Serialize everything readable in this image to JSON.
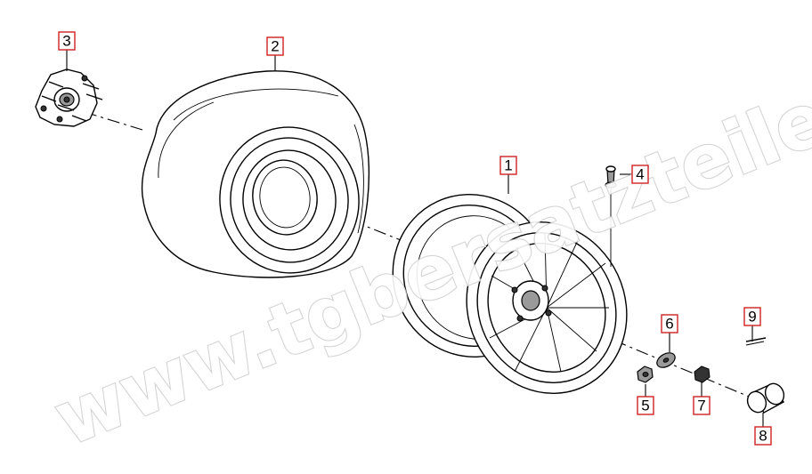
{
  "watermark": "www.tgbersatzteile.de",
  "callouts": [
    {
      "id": "part-1",
      "label": "1"
    },
    {
      "id": "part-2",
      "label": "2"
    },
    {
      "id": "part-3",
      "label": "3"
    },
    {
      "id": "part-4",
      "label": "4"
    },
    {
      "id": "part-5",
      "label": "5"
    },
    {
      "id": "part-6",
      "label": "6"
    },
    {
      "id": "part-7",
      "label": "7"
    },
    {
      "id": "part-8",
      "label": "8"
    },
    {
      "id": "part-9",
      "label": "9"
    }
  ],
  "colors": {
    "callout_border": "#cc2222",
    "line": "#000000",
    "watermark_outline": "#d0d0d0"
  }
}
